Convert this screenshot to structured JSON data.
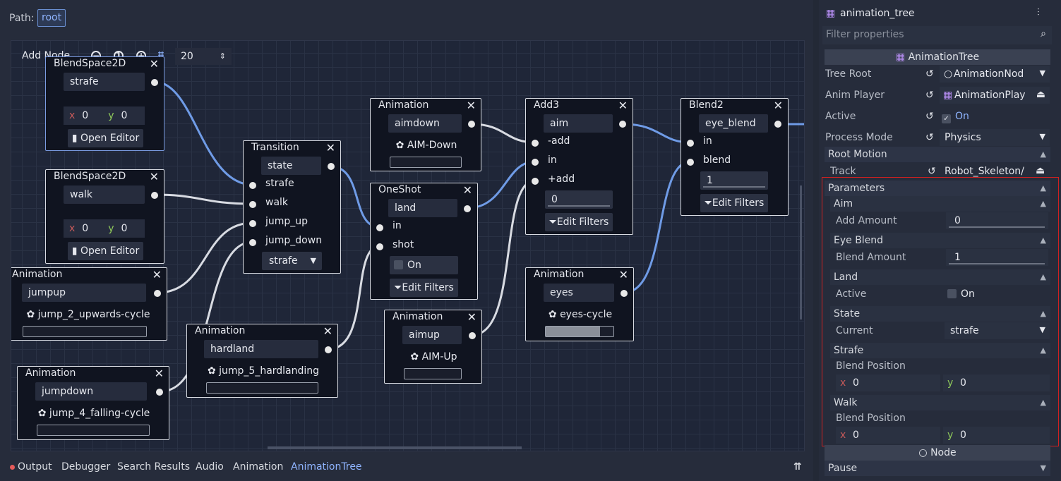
{
  "path": {
    "label": "Path:",
    "root": "root"
  },
  "toolbar": {
    "add_node": "Add Node...",
    "snap": "20"
  },
  "nodes": {
    "bs1": {
      "title": "BlendSpace2D",
      "name": "strafe",
      "x": "0",
      "y": "0",
      "open": "Open Editor"
    },
    "bs2": {
      "title": "BlendSpace2D",
      "name": "walk",
      "x": "0",
      "y": "0",
      "open": "Open Editor"
    },
    "jumpup": {
      "title": "Animation",
      "name": "jumpup",
      "anim": "jump_2_upwards-cycle"
    },
    "jumpdown": {
      "title": "Animation",
      "name": "jumpdown",
      "anim": "jump_4_falling-cycle"
    },
    "hardland": {
      "title": "Animation",
      "name": "hardland",
      "anim": "jump_5_hardlanding"
    },
    "transition": {
      "title": "Transition",
      "name": "state",
      "ports": [
        "strafe",
        "walk",
        "jump_up",
        "jump_down"
      ],
      "current": "strafe"
    },
    "aimdown": {
      "title": "Animation",
      "name": "aimdown",
      "anim": "AIM-Down"
    },
    "oneshot": {
      "title": "OneShot",
      "name": "land",
      "ports": [
        "in",
        "shot"
      ],
      "autorestart": "On",
      "filters": "Edit Filters"
    },
    "aimup": {
      "title": "Animation",
      "name": "aimup",
      "anim": "AIM-Up"
    },
    "add3": {
      "title": "Add3",
      "name": "aim",
      "ports": [
        "-add",
        "in",
        "+add"
      ],
      "value": "0",
      "filters": "Edit Filters"
    },
    "eyes": {
      "title": "Animation",
      "name": "eyes",
      "anim": "eyes-cycle",
      "progress": 0.8
    },
    "blend2": {
      "title": "Blend2",
      "name": "eye_blend",
      "ports": [
        "in",
        "blend"
      ],
      "value": "1",
      "filters": "Edit Filters"
    }
  },
  "bottom_tabs": [
    "Output",
    "Debugger",
    "Search Results",
    "Audio",
    "Animation",
    "AnimationTree"
  ],
  "inspector": {
    "object": "animation_tree",
    "filter_placeholder": "Filter properties",
    "class_name": "AnimationTree",
    "tree_root": {
      "label": "Tree Root",
      "value": "AnimationNod"
    },
    "anim_player": {
      "label": "Anim Player",
      "value": "AnimationPlay"
    },
    "active": {
      "label": "Active",
      "value": "On"
    },
    "process_mode": {
      "label": "Process Mode",
      "value": "Physics"
    },
    "root_motion": "Root Motion",
    "track": {
      "label": "Track",
      "value": "Robot_Skeleton/"
    },
    "parameters": "Parameters",
    "aim": {
      "header": "Aim",
      "label": "Add Amount",
      "value": "0"
    },
    "eye_blend": {
      "header": "Eye Blend",
      "label": "Blend Amount",
      "value": "1"
    },
    "land": {
      "header": "Land",
      "label": "Active",
      "value": "On"
    },
    "state": {
      "header": "State",
      "label": "Current",
      "value": "strafe"
    },
    "strafe": {
      "header": "Strafe",
      "label": "Blend Position",
      "x": "0",
      "y": "0"
    },
    "walk": {
      "header": "Walk",
      "label": "Blend Position",
      "x": "0",
      "y": "0"
    },
    "node_section": "Node",
    "pause": "Pause"
  },
  "colors": {
    "accent": "#8fb4ff",
    "selection": "#d02020"
  }
}
